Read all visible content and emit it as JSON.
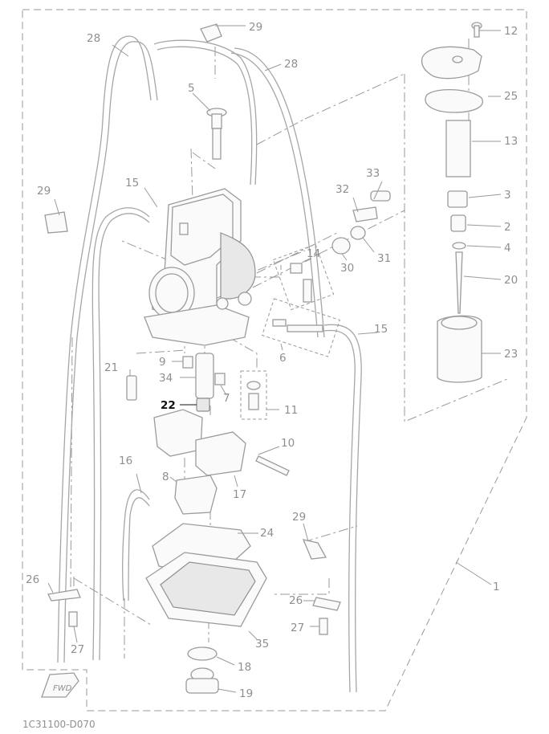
{
  "diagram_code": "1C31100-D070",
  "fwd_mark": "FWD",
  "highlight_color": "#111111",
  "line_color": "#9a9a9a",
  "callouts": {
    "c1": "1",
    "c2": "2",
    "c3": "3",
    "c4": "4",
    "c5": "5",
    "c6": "6",
    "c7": "7",
    "c8": "8",
    "c9": "9",
    "c10": "10",
    "c11": "11",
    "c12": "12",
    "c13": "13",
    "c14": "14",
    "c15a": "15",
    "c15b": "15",
    "c16": "16",
    "c17": "17",
    "c18": "18",
    "c19": "19",
    "c20": "20",
    "c21": "21",
    "c22": "22",
    "c23": "23",
    "c24": "24",
    "c25": "25",
    "c26a": "26",
    "c26b": "26",
    "c27a": "27",
    "c27b": "27",
    "c28a": "28",
    "c28b": "28",
    "c29a": "29",
    "c29b": "29",
    "c29c": "29",
    "c30": "30",
    "c31": "31",
    "c32": "32",
    "c33": "33",
    "c34": "34",
    "c35": "35"
  },
  "highlighted_part": "22"
}
